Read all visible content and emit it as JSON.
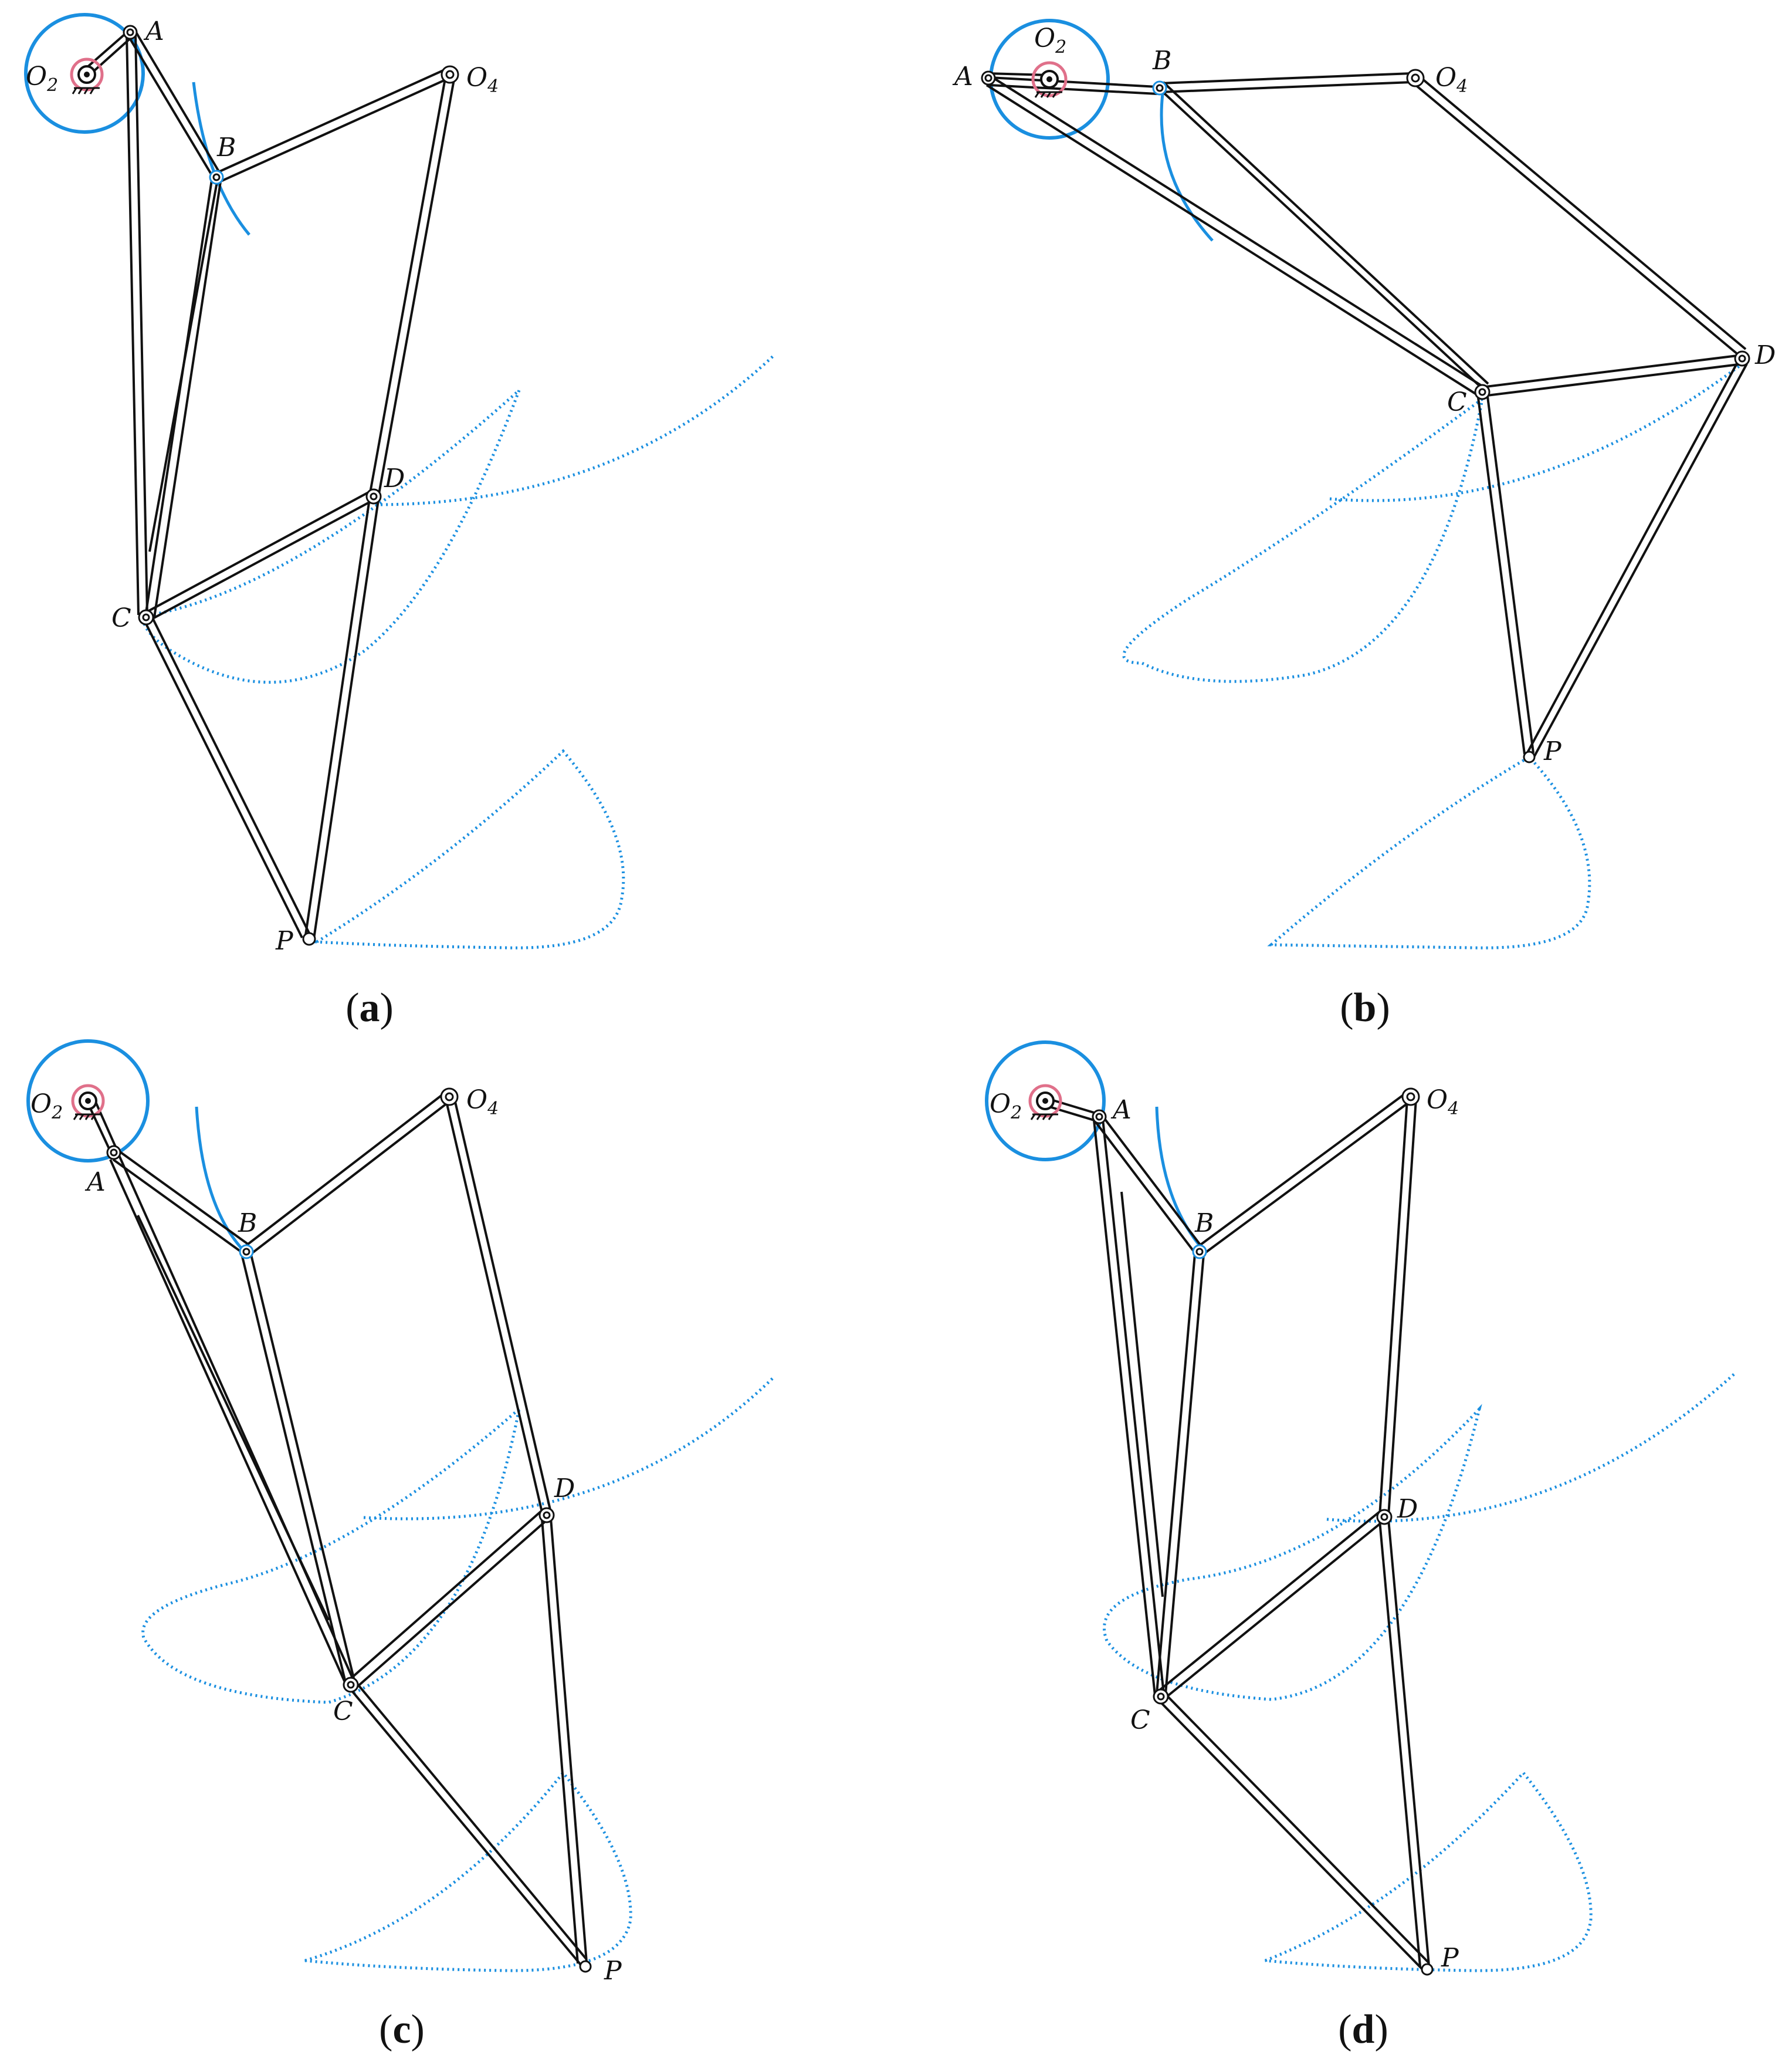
{
  "colors": {
    "link": "#111111",
    "trace": "#1a8fe0",
    "drive": "#e0708a",
    "background": "#ffffff"
  },
  "panels": [
    {
      "id": "a",
      "caption_open": "(",
      "caption_letter": "a",
      "caption_close": ")",
      "labels": {
        "O2": "O",
        "O2_sub": "2",
        "O4": "O",
        "O4_sub": "4",
        "A": "A",
        "B": "B",
        "C": "C",
        "D": "D",
        "P": "P"
      }
    },
    {
      "id": "b",
      "caption_open": "(",
      "caption_letter": "b",
      "caption_close": ")",
      "labels": {
        "O2": "O",
        "O2_sub": "2",
        "O4": "O",
        "O4_sub": "4",
        "A": "A",
        "B": "B",
        "C": "C",
        "D": "D",
        "P": "P"
      }
    },
    {
      "id": "c",
      "caption_open": "(",
      "caption_letter": "c",
      "caption_close": ")",
      "labels": {
        "O2": "O",
        "O2_sub": "2",
        "O4": "O",
        "O4_sub": "4",
        "A": "A",
        "B": "B",
        "C": "C",
        "D": "D",
        "P": "P"
      }
    },
    {
      "id": "d",
      "caption_open": "(",
      "caption_letter": "d",
      "caption_close": ")",
      "labels": {
        "O2": "O",
        "O2_sub": "2",
        "O4": "O",
        "O4_sub": "4",
        "A": "A",
        "B": "B",
        "C": "C",
        "D": "D",
        "P": "P"
      }
    }
  ]
}
